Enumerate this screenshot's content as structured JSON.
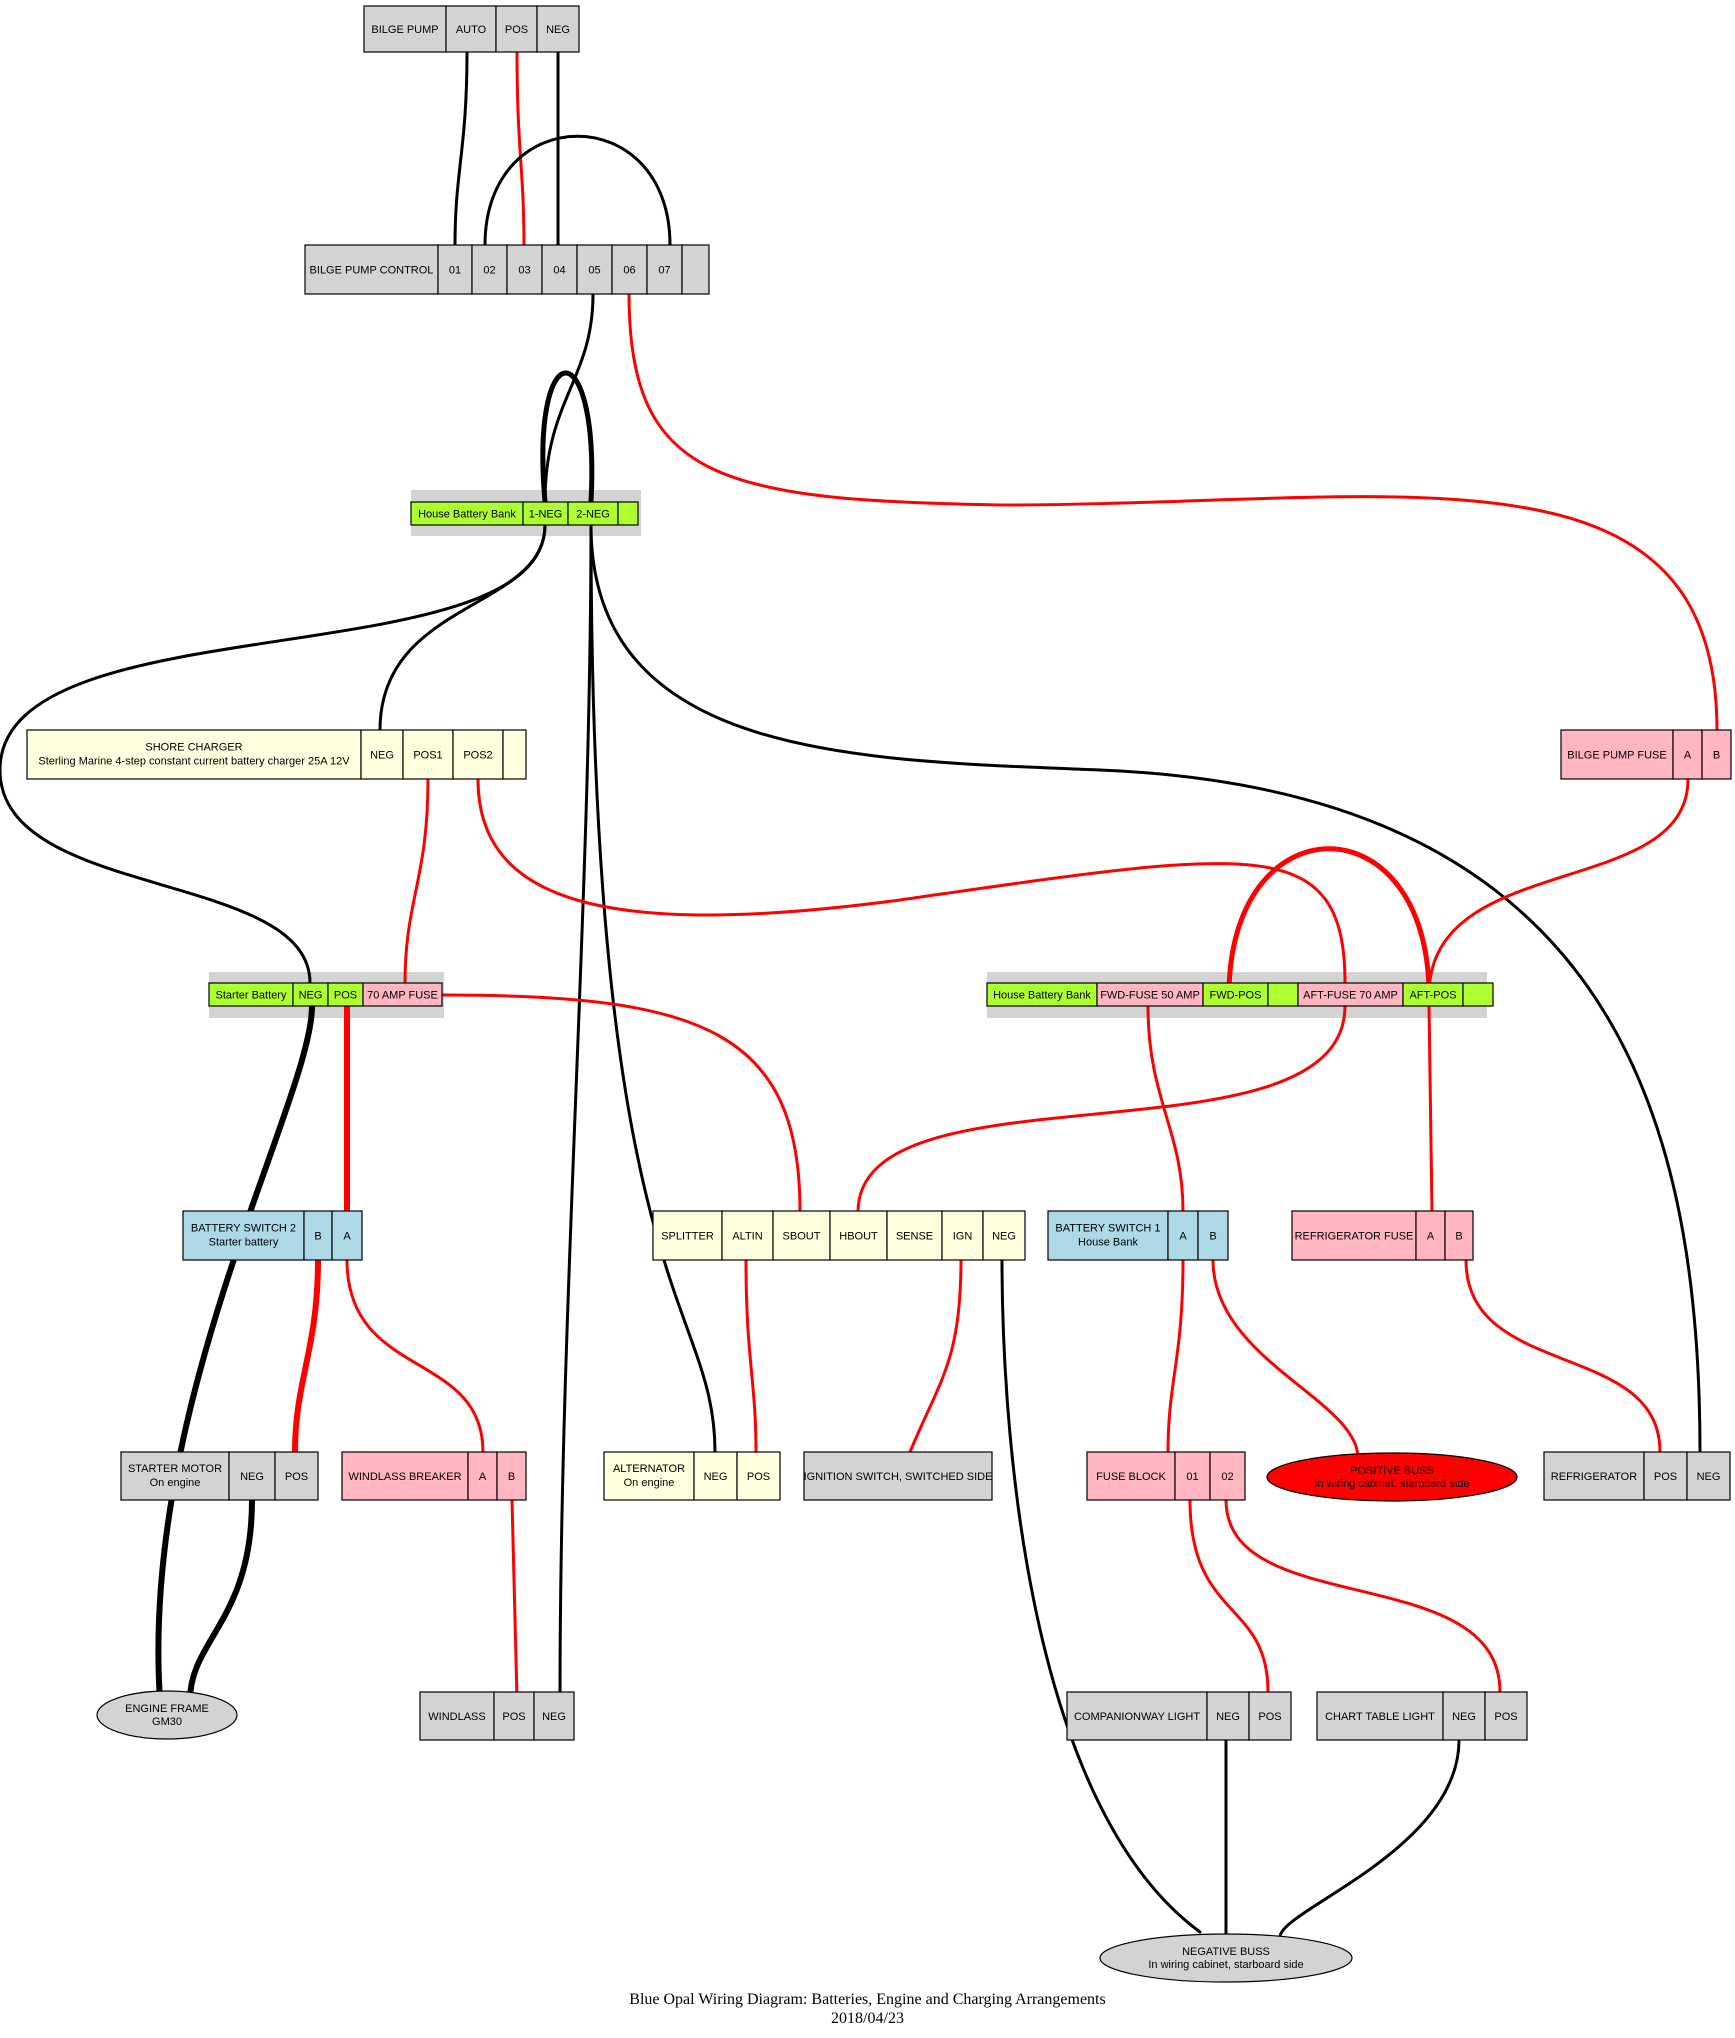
{
  "caption": {
    "title": "Blue Opal Wiring Diagram: Batteries, Engine and Charging Arrangements",
    "date": "2018/04/23"
  },
  "colors": {
    "gray": "#d3d3d3",
    "green": "#adff2f",
    "pink": "#ffb6c1",
    "yellow": "#ffffe0",
    "blue": "#add8e6",
    "red": "#ff0000",
    "wire_positive": "#ff0000",
    "wire_negative": "#000000",
    "cluster_band": "#d3d3d3"
  },
  "nodes": {
    "bilge_pump": {
      "name": "BILGE PUMP",
      "ports": [
        "AUTO",
        "POS",
        "NEG"
      ]
    },
    "bilge_pump_control": {
      "name": "BILGE PUMP CONTROL",
      "ports": [
        "01",
        "02",
        "03",
        "04",
        "05",
        "06",
        "07",
        ""
      ]
    },
    "house_bank_neg": {
      "name": "House Battery Bank",
      "ports": [
        "1-NEG",
        "2-NEG",
        ""
      ]
    },
    "shore_charger": {
      "name": "SHORE CHARGER",
      "sub": "Sterling Marine 4-step constant current battery charger 25A 12V",
      "ports": [
        "NEG",
        "POS1",
        "POS2",
        ""
      ]
    },
    "bilge_pump_fuse": {
      "name": "BILGE PUMP FUSE",
      "ports": [
        "A",
        "B"
      ]
    },
    "starter_battery": {
      "name": "Starter Battery",
      "ports": [
        "NEG",
        "POS",
        "70 AMP FUSE"
      ]
    },
    "house_bank_pos": {
      "name": "House Battery Bank",
      "ports": [
        "FWD-FUSE 50 AMP",
        "FWD-POS",
        "",
        "AFT-FUSE 70 AMP",
        "AFT-POS",
        ""
      ]
    },
    "battery_switch_2": {
      "name": "BATTERY SWITCH 2",
      "sub": "Starter battery",
      "ports": [
        "B",
        "A"
      ]
    },
    "splitter": {
      "name": "SPLITTER",
      "ports": [
        "ALTIN",
        "SBOUT",
        "HBOUT",
        "SENSE",
        "IGN",
        "NEG"
      ]
    },
    "battery_switch_1": {
      "name": "BATTERY SWITCH 1",
      "sub": "House Bank",
      "ports": [
        "A",
        "B"
      ]
    },
    "refrigerator_fuse": {
      "name": "REFRIGERATOR FUSE",
      "ports": [
        "A",
        "B"
      ]
    },
    "starter_motor": {
      "name": "STARTER MOTOR",
      "sub": "On engine",
      "ports": [
        "NEG",
        "POS"
      ]
    },
    "windlass_breaker": {
      "name": "WINDLASS BREAKER",
      "ports": [
        "A",
        "B"
      ]
    },
    "alternator": {
      "name": "ALTERNATOR",
      "sub": "On engine",
      "ports": [
        "NEG",
        "POS"
      ]
    },
    "ignition_switch": {
      "name": "IGNITION SWITCH, SWITCHED SIDE",
      "ports": []
    },
    "fuse_block": {
      "name": "FUSE BLOCK",
      "ports": [
        "01",
        "02"
      ]
    },
    "positive_buss": {
      "name": "POSITIVE BUSS",
      "sub": "In wiring cabinet, starboard side"
    },
    "refrigerator": {
      "name": "REFRIGERATOR",
      "ports": [
        "POS",
        "NEG"
      ]
    },
    "engine_frame": {
      "name": "ENGINE FRAME",
      "sub": "GM30"
    },
    "windlass": {
      "name": "WINDLASS",
      "ports": [
        "POS",
        "NEG"
      ]
    },
    "companionway_light": {
      "name": "COMPANIONWAY LIGHT",
      "ports": [
        "NEG",
        "POS"
      ]
    },
    "chart_table_light": {
      "name": "CHART TABLE LIGHT",
      "ports": [
        "NEG",
        "POS"
      ]
    },
    "negative_buss": {
      "name": "NEGATIVE BUSS",
      "sub": "In wiring cabinet, starboard side"
    }
  }
}
